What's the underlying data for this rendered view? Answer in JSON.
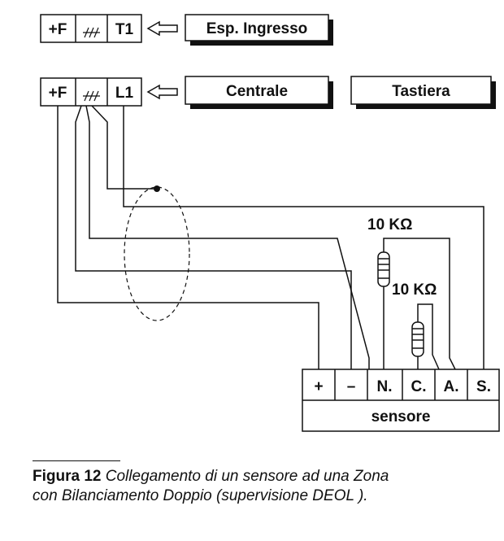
{
  "terminal_blocks": {
    "top": {
      "terminals": [
        "+F",
        "",
        "T1"
      ],
      "module": "Esp. Ingresso"
    },
    "bottom": {
      "terminals": [
        "+F",
        "",
        "L1"
      ],
      "modules": [
        "Centrale",
        "Tastiera"
      ]
    }
  },
  "resistors": [
    "10 KΩ",
    "10 KΩ"
  ],
  "sensor": {
    "terminals": [
      "+",
      "–",
      "N.",
      "C.",
      "A.",
      "S."
    ],
    "label": "sensore"
  },
  "caption": {
    "figure": "Figura 12",
    "line1": "Collegamento di un sensore ad una Zona",
    "line2": "con Bilanciamento Doppio (supervisione DEOL )."
  }
}
